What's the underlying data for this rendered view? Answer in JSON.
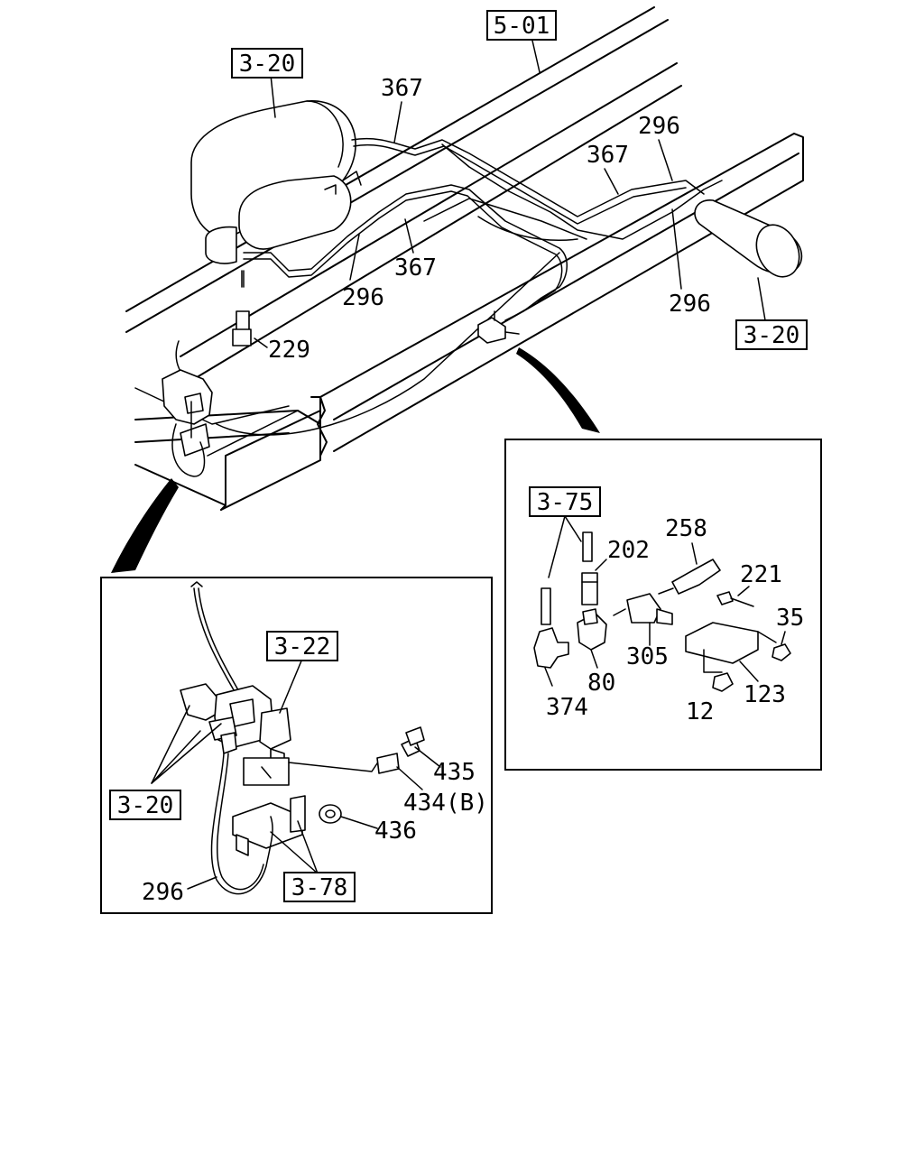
{
  "refs": {
    "r_5_01": "5-01",
    "r_3_20_top": "3-20",
    "r_3_20_right": "3-20",
    "r_3_75": "3-75",
    "r_3_22": "3-22",
    "r_3_20_inset": "3-20",
    "r_3_78": "3-78"
  },
  "labels": {
    "p367_a": "367",
    "p296_a": "296",
    "p367_b": "367",
    "p367_c": "367",
    "p296_b": "296",
    "p296_c": "296",
    "p229": "229",
    "p202": "202",
    "p258": "258",
    "p221": "221",
    "p35": "35",
    "p305": "305",
    "p80": "80",
    "p374": "374",
    "p123": "123",
    "p12": "12",
    "p435": "435",
    "p434b": "434(B)",
    "p436": "436",
    "p296_inset": "296"
  }
}
